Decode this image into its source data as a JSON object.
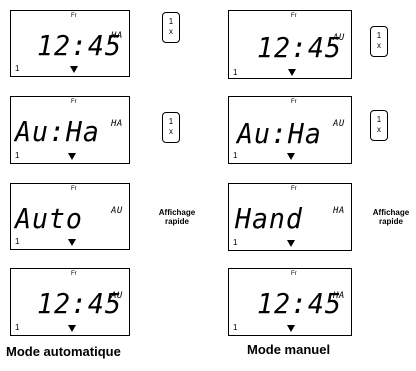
{
  "day_label": "Fr",
  "channel_label": "1",
  "left_column": {
    "screens": [
      {
        "main": "12:45",
        "sup": "HA"
      },
      {
        "main": "Au:Ha",
        "sup": "HA"
      },
      {
        "main": "Auto",
        "sup": "AU"
      },
      {
        "main": "12:45",
        "sup": "AU"
      }
    ],
    "caption": "Mode automatique"
  },
  "right_column": {
    "screens": [
      {
        "main": "12:45",
        "sup": "AU"
      },
      {
        "main": "Au:Ha",
        "sup": "AU"
      },
      {
        "main": "Hand",
        "sup": "HA"
      },
      {
        "main": "12:45",
        "sup": "HA"
      }
    ],
    "caption": "Mode manuel"
  },
  "press_key": {
    "top": "1",
    "bottom": "x"
  },
  "note": {
    "line1": "Affichage",
    "line2": "rapide"
  }
}
